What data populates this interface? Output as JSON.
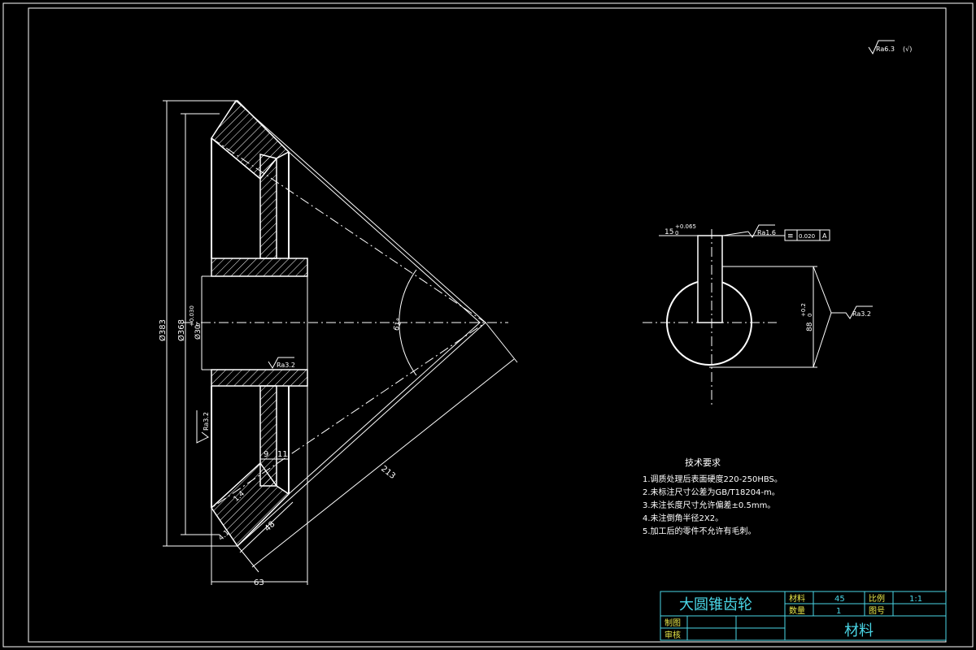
{
  "surface_mark": {
    "main": "Ra6.3",
    "suffix": "(√)",
    "hub": "Ra3.2",
    "flank": "Ra3.2",
    "keyway": "Ra1.6",
    "bore": "Ra3.2"
  },
  "dims": {
    "d_outer": "Ø383",
    "d_pitch": "Ø368",
    "d_bore": "Ø30",
    "d_bore_tol_up": "+0.030",
    "d_bore_tol_lo": "0",
    "angle": "61°",
    "cone": "213",
    "face": "48",
    "web1": "9",
    "web2": "11",
    "hub_w": "63",
    "tooth1": "1.4",
    "tooth2": "4.1"
  },
  "section": {
    "key_w": "15",
    "key_tol_up": "+0.065",
    "key_tol_lo": "0",
    "depth": "88",
    "depth_tol_up": "+0.2",
    "depth_tol_lo": "0",
    "symmetry_sym": "≡",
    "symmetry_tol": "0.020",
    "symmetry_ref": "A"
  },
  "requirements": {
    "title": "技术要求",
    "items": [
      "1.调质处理后表面硬度220-250HBS。",
      "2.未标注尺寸公差为GB/T18204-m。",
      "3.未注长度尺寸允许偏差±0.5mm。",
      "4.未注倒角半径2X2。",
      "5.加工后的零件不允许有毛刺。"
    ]
  },
  "title_block": {
    "part_name": "大圆锥齿轮",
    "material_label": "材料",
    "material_value": "45",
    "scale_label": "比例",
    "scale_value": "1:1",
    "qty_label": "数量",
    "qty_value": "1",
    "drawing_no_label": "图号",
    "drawn_label": "制图",
    "checked_label": "审核",
    "footer": "材料"
  }
}
